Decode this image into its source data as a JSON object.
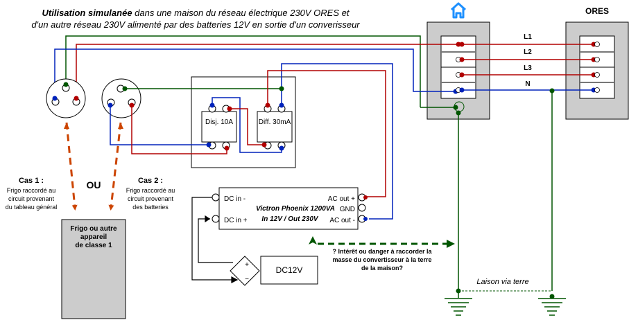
{
  "title": {
    "bold": "Utilisation simulanée",
    "line1_rest": " dans une maison du réseau électrique 230V ORES et",
    "line2": "d'un autre réseau 230V alimenté par des batteries 12V en sortie d'un converisseur"
  },
  "house_icon": "home-icon",
  "ores_label": "ORES",
  "phases": [
    "L1",
    "L2",
    "L3",
    "N"
  ],
  "breaker": {
    "label": "Disj. 10A"
  },
  "rcd": {
    "label": "Diff. 30mA"
  },
  "case1": {
    "title": "Cas 1 :",
    "lines": [
      "Frigo raccordé au",
      "circuit provenant",
      "du tableau général"
    ]
  },
  "case2": {
    "title": "Cas 2 :",
    "lines": [
      "Frigo raccordé au",
      "circuit provenant",
      "des batteries"
    ]
  },
  "or_label": "OU",
  "appliance": {
    "lines": [
      "Frigo ou autre",
      "appareil",
      "de classe 1"
    ]
  },
  "inverter": {
    "name": "Victron Phoenix 1200VA",
    "spec": "In 12V / Out 230V",
    "dc_in_minus": "DC in -",
    "dc_in_plus": "DC in +",
    "ac_out_plus": "AC out +",
    "gnd": "GND",
    "ac_out_minus": "AC out -"
  },
  "battery": {
    "label": "DC12V",
    "plus": "+",
    "minus": "−"
  },
  "question": {
    "lines": [
      "? Intérêt ou danger à raccorder la",
      "masse du convertisseur à la terre",
      "de la maison?"
    ]
  },
  "earth_link_label": "Laison via terre",
  "colors": {
    "phase": "#b20000",
    "neutral": "#0022bb",
    "earth": "#005500",
    "arrow": "#cc4400",
    "panel": "#cccccc"
  }
}
